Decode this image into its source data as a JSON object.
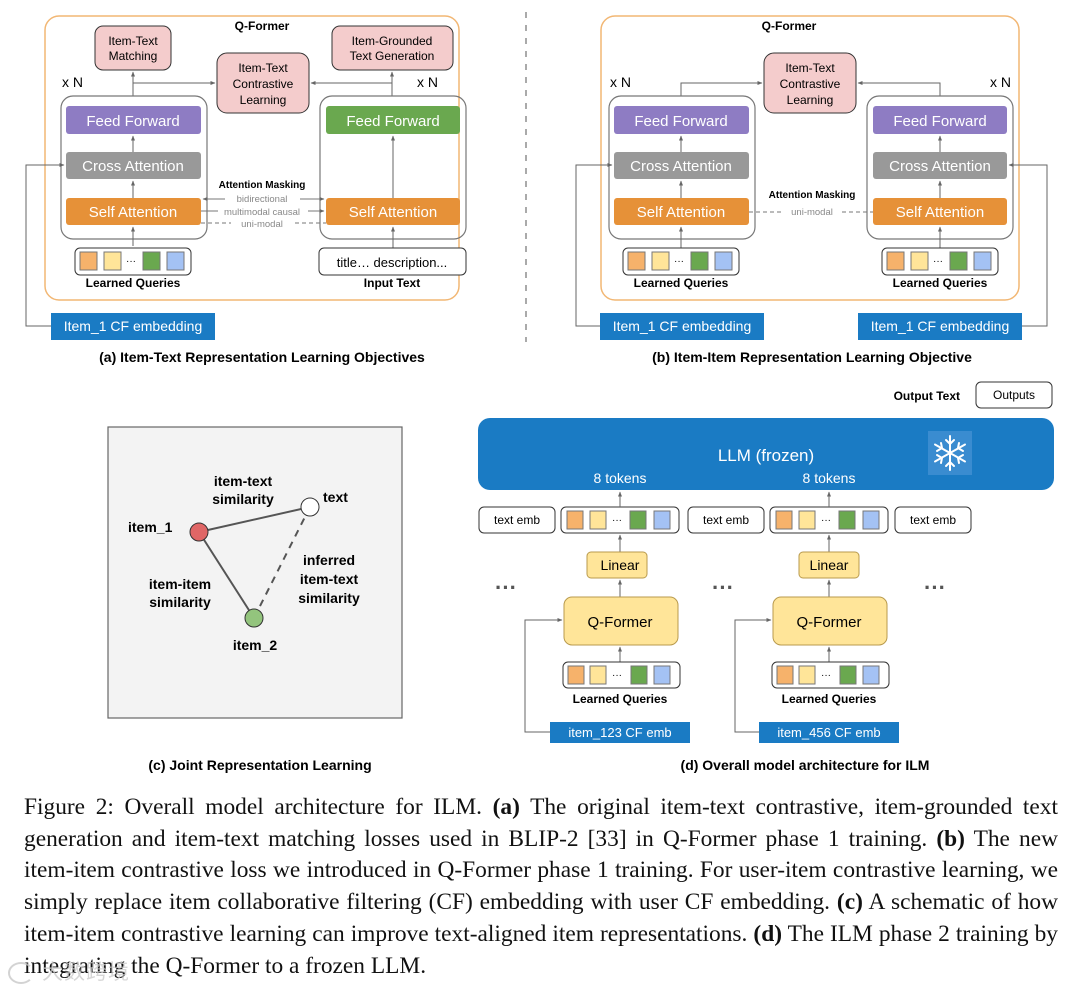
{
  "colors": {
    "qformer_border": "#f2b774",
    "loss_fill": "#f4cccc",
    "feed_forward_purple": "#8e7cc3",
    "feed_forward_green": "#6aa84f",
    "cross_attention_gray": "#999999",
    "self_attention_orange": "#e69138",
    "cf_embedding_blue": "#1a7bc4",
    "llm_blue": "#1a7bc4",
    "linear_fill": "#ffe599",
    "panel_c_bg": "#f3f3f3",
    "node_item1": "#e06666",
    "node_item2": "#93c47d",
    "node_text": "#ffffff",
    "query_orange": "#f6b26b",
    "query_yellow": "#ffe599",
    "query_green": "#6aa84f",
    "query_blue": "#a4c2f4"
  },
  "panel_a": {
    "qformer_title": "Q-Former",
    "repeat_left": "x N",
    "repeat_right": "x N",
    "loss_matching": [
      "Item-Text",
      "Matching"
    ],
    "loss_contrastive": [
      "Item-Text",
      "Contrastive",
      "Learning"
    ],
    "loss_generation": [
      "Item-Grounded",
      "Text Generation"
    ],
    "left_stack": {
      "feed_forward": "Feed Forward",
      "cross_attention": "Cross Attention",
      "self_attention": "Self Attention"
    },
    "right_stack": {
      "feed_forward": "Feed Forward",
      "self_attention": "Self Attention"
    },
    "masking_title": "Attention Masking",
    "masking_modes": [
      "bidirectional",
      "multimodal causal",
      "uni-modal"
    ],
    "queries_label": "Learned Queries",
    "queries_ellipsis": "···",
    "input_text_value": "title… description...",
    "input_text_label": "Input Text",
    "cf_embedding": "Item_1 CF embedding",
    "caption": "(a) Item-Text Representation Learning Objectives"
  },
  "panel_b": {
    "qformer_title": "Q-Former",
    "repeat_left": "x N",
    "repeat_right": "x N",
    "loss_contrastive": [
      "Item-Text",
      "Contrastive",
      "Learning"
    ],
    "left_stack": {
      "feed_forward": "Feed Forward",
      "cross_attention": "Cross Attention",
      "self_attention": "Self Attention"
    },
    "right_stack": {
      "feed_forward": "Feed Forward",
      "cross_attention": "Cross Attention",
      "self_attention": "Self Attention"
    },
    "masking_title": "Attention Masking",
    "masking_mode": "uni-modal",
    "queries_label_left": "Learned Queries",
    "queries_label_right": "Learned Queries",
    "queries_ellipsis": "···",
    "cf_embedding_left": "Item_1 CF embedding",
    "cf_embedding_right": "Item_1 CF embedding",
    "caption": "(b) Item-Item Representation Learning Objective"
  },
  "panel_c": {
    "nodes": {
      "item_1": "item_1",
      "item_2": "item_2",
      "text": "text"
    },
    "edge_item_text": [
      "item-text",
      "similarity"
    ],
    "edge_item_item": [
      "item-item",
      "similarity"
    ],
    "edge_inferred": [
      "inferred",
      "item-text",
      "similarity"
    ],
    "caption": "(c) Joint Representation Learning"
  },
  "panel_d": {
    "output_text_label": "Output Text",
    "outputs_box": "Outputs",
    "llm_label": "LLM (frozen)",
    "tokens_left": "8 tokens",
    "tokens_right": "8 tokens",
    "text_emb": [
      "text emb",
      "text emb",
      "text emb"
    ],
    "linear_left": "Linear",
    "linear_right": "Linear",
    "qformer_left": "Q-Former",
    "qformer_right": "Q-Former",
    "queries_label_left": "Learned Queries",
    "queries_label_right": "Learned Queries",
    "queries_ellipsis": "···",
    "ellipsis": "···",
    "cf_emb_left": "item_123 CF emb",
    "cf_emb_right": "item_456 CF emb",
    "icon": "snowflake-icon",
    "caption": "(d) Overall model architecture for ILM"
  },
  "figure_caption": {
    "prefix": "Figure 2: Overall model architecture for ILM.",
    "a_tag": "(a)",
    "a_text": "The original item-text contrastive, item-grounded text generation and item-text matching losses used in BLIP-2 [33] in Q-Former phase 1 training.",
    "b_tag": "(b)",
    "b_text": "The new item-item contrastive loss we introduced in Q-Former phase 1 training. For user-item contrastive learning, we simply replace item collaborative filtering (CF) embedding with user CF embedding.",
    "c_tag": "(c)",
    "c_text": "A schematic of how item-item contrastive learning can improve text-aligned item representations.",
    "d_tag": "(d)",
    "d_text": "The ILM phase 2 training by integrating the Q-Former to a frozen LLM."
  },
  "watermark": "大数跨境"
}
